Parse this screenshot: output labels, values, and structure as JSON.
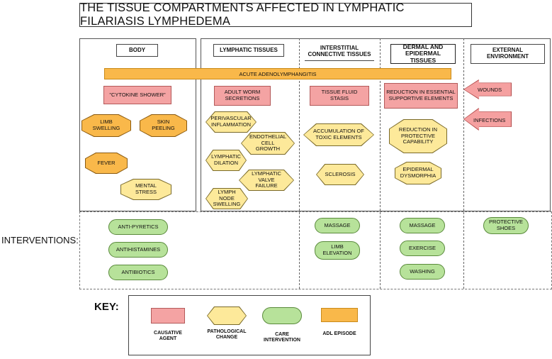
{
  "title": "THE TISSUE COMPARTMENTS AFFECTED IN LYMPHATIC FILARIASIS LYMPHEDEMA",
  "columns": {
    "body": "BODY",
    "lymphatic": "LYMPHATIC TISSUES",
    "interstitial": "INTERSTITIAL CONNECTIVE TISSUES",
    "dermal": "DERMAL AND EPIDERMAL TISSUES",
    "external": "EXTERNAL ENVIRONMENT"
  },
  "acute_episode": "ACUTE ADENOLYMPHANGITIS",
  "causative_agents": {
    "cytokine": "\"CYTOKINE SHOWER\"",
    "worm": "ADULT WORM SECRETIONS",
    "fluid": "TISSUE FLUID STASIS",
    "reduction": "REDUCTION IN ESSENTIAL SUPPORTIVE ELEMENTS",
    "wounds": "WOUNDS",
    "infections": "INFECTIONS"
  },
  "pathological_changes": {
    "limb_swelling": "LIMB SWELLING",
    "skin_peeling": "SKIN PEELING",
    "fever": "FEVER",
    "mental_stress": "MENTAL STRESS",
    "perivascular": "PERIVASCULAR INFLAMMATION",
    "endothelial": "ENDOTHELIAL CELL GROWTH",
    "dilation": "LYMPHATIC DILATION",
    "valve": "LYMPHATIC VALVE FAILURE",
    "node": "LYMPH NODE SWELLING",
    "toxic": "ACCUMULATION OF TOXIC   ELEMENTS",
    "sclerosis": "SCLEROSIS",
    "protective": "REDUCTION IN PROTECTIVE CAPABILITY",
    "dysmorphia": "EPIDERMAL DYSMORPHIA"
  },
  "interventions_label": "INTERVENTIONS:",
  "interventions": {
    "antipyretics": "ANTI-PYRETICS",
    "antihistamines": "ANTIHISTAMINES",
    "antibiotics": "ANTIBIOTICS",
    "massage1": "MASSAGE",
    "limb_elevation": "LIMB ELEVATION",
    "massage2": "MASSAGE",
    "exercise": "EXERCISE",
    "washing": "WASHING",
    "shoes": "PROTECTIVE SHOES"
  },
  "key": {
    "title": "KEY:",
    "causative": "CAUSATIVE AGENT",
    "pathological": "PATHOLOGICAL CHANGE",
    "care": "CARE INTERVENTION",
    "adl": "ADL EPISODE"
  },
  "colors": {
    "causative": "#f4a3a3",
    "pathological": "#fde99a",
    "care": "#b7e29a",
    "adl": "#f9b84a"
  }
}
